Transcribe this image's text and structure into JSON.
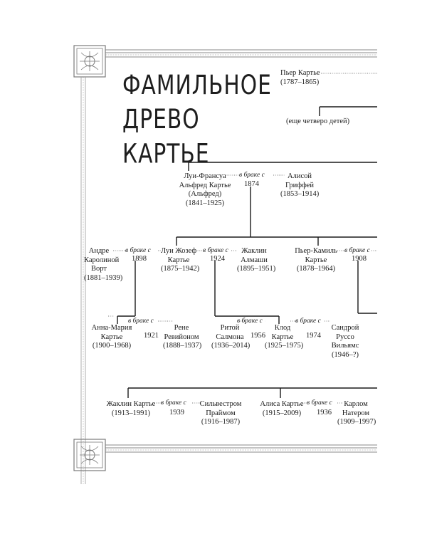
{
  "title": {
    "line1": "ФАМИЛЬНОЕ",
    "line2": "ДРЕВО КАРТЬЕ"
  },
  "marriage_label": "в браке с",
  "people": {
    "pierre_sr": {
      "name": "Пьер Картье",
      "dates": "(1787–1865)"
    },
    "four_children": {
      "name": "(еще четверо детей)"
    },
    "louis_francois": {
      "line1": "Луи-Франсуа",
      "line2": "Альфред Картье",
      "line3": "(Альфред)",
      "dates": "(1841–1925)"
    },
    "alice_griffey": {
      "line1": "Алисой",
      "line2": "Гриффей",
      "dates": "(1853–1914)"
    },
    "andre_worth": {
      "line1": "Андре",
      "line2": "Каролиной",
      "line3": "Ворт",
      "dates": "(1881–1939)"
    },
    "louis_joseph": {
      "line1": "Луи Жозеф",
      "line2": "Картье",
      "dates": "(1875–1942)"
    },
    "jacqueline_almasi": {
      "line1": "Жаклин",
      "line2": "Алмаши",
      "dates": "(1895–1951)"
    },
    "pierre_camille": {
      "line1": "Пьер-Камиль",
      "line2": "Картье",
      "dates": "(1878–1964)"
    },
    "anne_marie": {
      "line1": "Анна-Мария",
      "line2": "Картье",
      "dates": "(1900–1968)"
    },
    "rene_revillon": {
      "line1": "Рене",
      "line2": "Ревийоном",
      "dates": "(1888–1937)"
    },
    "rita_salmon": {
      "line1": "Ритой",
      "line2": "Салмона",
      "dates": "(1936–2014)"
    },
    "claude_cartier": {
      "line1": "Клод",
      "line2": "Картье",
      "dates": "(1925–1975)"
    },
    "sandra_williams": {
      "line1": "Сандрой",
      "line2": "Руссо",
      "line3": "Вильямс",
      "dates": "(1946–?)"
    },
    "jacqueline_cartier": {
      "name": "Жаклин Картье",
      "dates": "(1913–1991)"
    },
    "sylvestre_prime": {
      "line1": "Сильвестром",
      "line2": "Праймом",
      "dates": "(1916–1987)"
    },
    "alice_cartier": {
      "name": "Алиса Картье",
      "dates": "(1915–2009)"
    },
    "carlo_naterom": {
      "line1": "Карлом",
      "line2": "Натером",
      "dates": "(1909–1997)"
    }
  },
  "marriage_years": {
    "alfred_alice": "1874",
    "andre_louis": "1898",
    "louis_jacqueline": "1924",
    "pierre_camille": "1908",
    "annemarie_rene": "1921",
    "rita_claude": "1956",
    "claude_sandra": "1974",
    "jacqueline_sylvestre": "1939",
    "alice_carlo": "1936"
  }
}
